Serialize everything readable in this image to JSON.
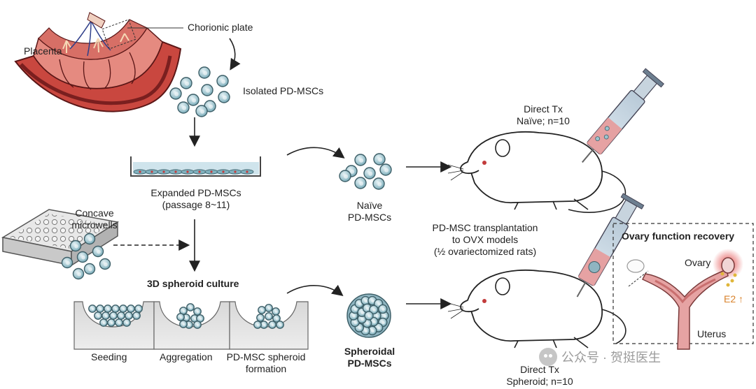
{
  "labels": {
    "placenta": "Placenta",
    "chorionic_plate": "Chorionic plate",
    "isolated": "Isolated PD-MSCs",
    "expanded_line1": "Expanded PD-MSCs",
    "expanded_line2": "(passage 8~11)",
    "concave_line1": "Concave",
    "concave_line2": "microwells",
    "spheroid_culture": "3D spheroid culture",
    "seeding": "Seeding",
    "aggregation": "Aggregation",
    "formation_line1": "PD-MSC spheroid",
    "formation_line2": "formation",
    "naive_line1": "Naïve",
    "naive_line2": "PD-MSCs",
    "spheroidal_line1": "Spheroidal",
    "spheroidal_line2": "PD-MSCs",
    "transplant_line1": "PD-MSC transplantation",
    "transplant_line2": "to OVX models",
    "transplant_line3": "(½ ovariectomized rats)",
    "direct_naive_line1": "Direct Tx",
    "direct_naive_line2": "Naïve; n=10",
    "direct_sph_line1": "Direct Tx",
    "direct_sph_line2": "Spheroid; n=10",
    "ovary_recovery": "Ovary function recovery",
    "ovary": "Ovary",
    "e2": "E2 ↑",
    "uterus": "Uterus"
  },
  "watermark": {
    "text": "公众号 · 贺挺医生",
    "icon": "wechat-icon"
  },
  "colors": {
    "placenta_dark": "#7a1f1f",
    "placenta_mid": "#c9473f",
    "placenta_light": "#e58a80",
    "cell_fill": "#9cc4cf",
    "cell_stroke": "#3d5f68",
    "syringe_fill": "#e79a9a",
    "uterus_fill": "#e6a3a3",
    "ovary_glow": "#e03b3b",
    "e2_color": "#d9822b",
    "arrow": "#222222"
  }
}
